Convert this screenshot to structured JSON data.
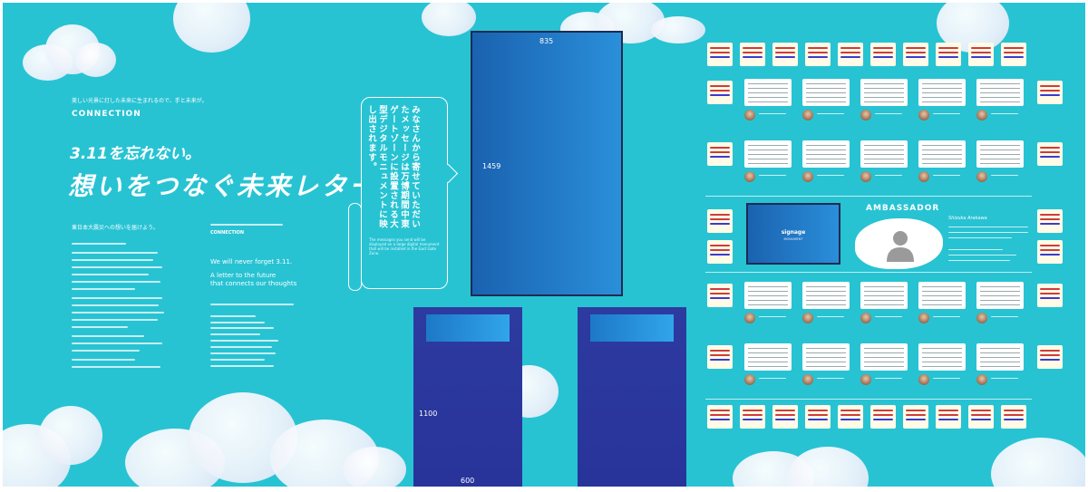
{
  "left_panel": {
    "lead_text": "美しい光景に灯した未来に生まれるので、手と未来が。",
    "connection_heading": "CONNECTION",
    "title_sub": "3.11を忘れない。",
    "title_main": "想いをつなぐ未来レター",
    "section_heading": "東日本大震災への想いを届けよう。",
    "middle_label": "CONNECTION",
    "english_line": "We will never forget 3.11.",
    "english_title_1": "A letter to the future",
    "english_title_2": "that connects our thoughts"
  },
  "bubble": {
    "vertical_text": "みなさんから寄せていただいたメッセージは万博期間中東ゲートゾーンに設置される大型デジタルモニュメントに映し出されます。",
    "english_text": "The messages you send will be displayed on a large digital monument that will be installed in the East Gate Zone."
  },
  "monument": {
    "top_width": "835",
    "top_height": "1459",
    "base_height": "1100",
    "base_width": "600"
  },
  "ambassador": {
    "heading": "AMBASSADOR",
    "name": "Shizuka Arakawa",
    "signage_label": "signage",
    "signage_sub": "MONUMENT"
  },
  "colors": {
    "background": "#27c3d3",
    "tower_blue": "#2a8fd9",
    "base_navy": "#2d3aa0"
  },
  "icons": [
    "cloud-icon",
    "avatar-silhouette-icon"
  ]
}
